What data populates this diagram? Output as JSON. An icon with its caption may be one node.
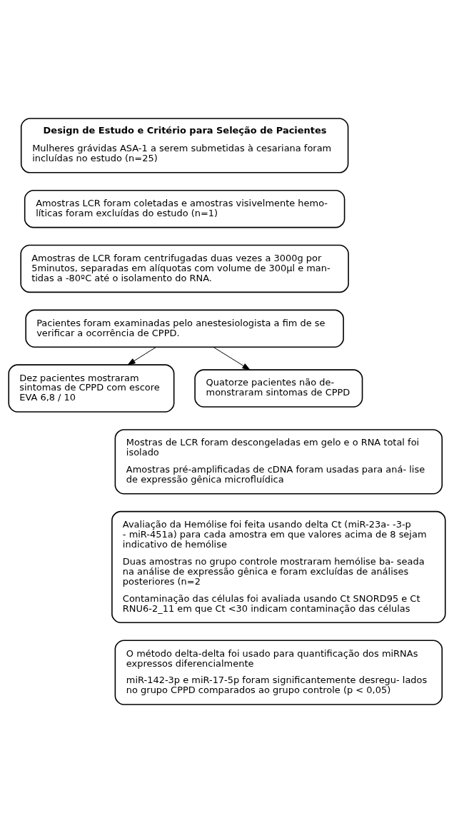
{
  "diagram": {
    "nodes": [
      {
        "text": [
          "Design de Estudo e Critério para Seleção de Pacientes",
          "Mulheres grávidas ASA-1 a serem submetidas à cesariana foram incluídas no estudo (n=25)"
        ]
      },
      {
        "text": [
          "Amostras LCR foram coletadas e amostras visivelmente hemo- líticas foram excluídas do estudo (n=1)"
        ]
      },
      {
        "text": [
          "Amostras de LCR foram centrifugadas duas vezes a 3000g por 5minutos, separadas em alíquotas com volume de 300µl e man- tidas a -80ºC até o isolamento do RNA."
        ]
      },
      {
        "text": [
          "Pacientes foram examinadas pelo anestesiologista a fim de se verificar a ocorrência de CPPD."
        ]
      },
      {
        "text": [
          "Dez pacientes mostraram sintomas de CPPD com escore EVA 6,8 / 10"
        ]
      },
      {
        "text": [
          "Quatorze pacientes não de- monstraram sintomas de CPPD"
        ]
      },
      {
        "text": [
          "Mostras de LCR foram descongeladas em gelo e o RNA total foi isolado",
          "Amostras pré-amplificadas de cDNA foram usadas para aná- lise de expressão gênica microfluídica"
        ]
      },
      {
        "text": [
          "Avaliação da Hemólise foi feita usando delta Ct (miR-23a- -3-p - miR-451a) para cada amostra em que valores acima de 8 sejam indicativo de hemólise",
          "Duas amostras no grupo controle mostraram hemólise ba- seada na análise de expressão gênica e foram excluídas de análises posteriores (n=2",
          "Contaminação das células foi avaliada usando Ct SNORD95 e Ct RNU6-2_11 em que Ct <30 indicam contaminação das células"
        ]
      },
      {
        "text": [
          "O método delta-delta foi usado para quantificação dos miRNAs expressos diferencialmente",
          "miR-142-3p e miR-17-5p foram significantemente desregu- lados no grupo CPPD comparados ao grupo controle (p < 0,05)"
        ]
      }
    ],
    "edges": [
      {
        "from": 3,
        "to": 4,
        "arrow": "to"
      },
      {
        "from": 3,
        "to": 5,
        "arrow": "to"
      }
    ]
  }
}
